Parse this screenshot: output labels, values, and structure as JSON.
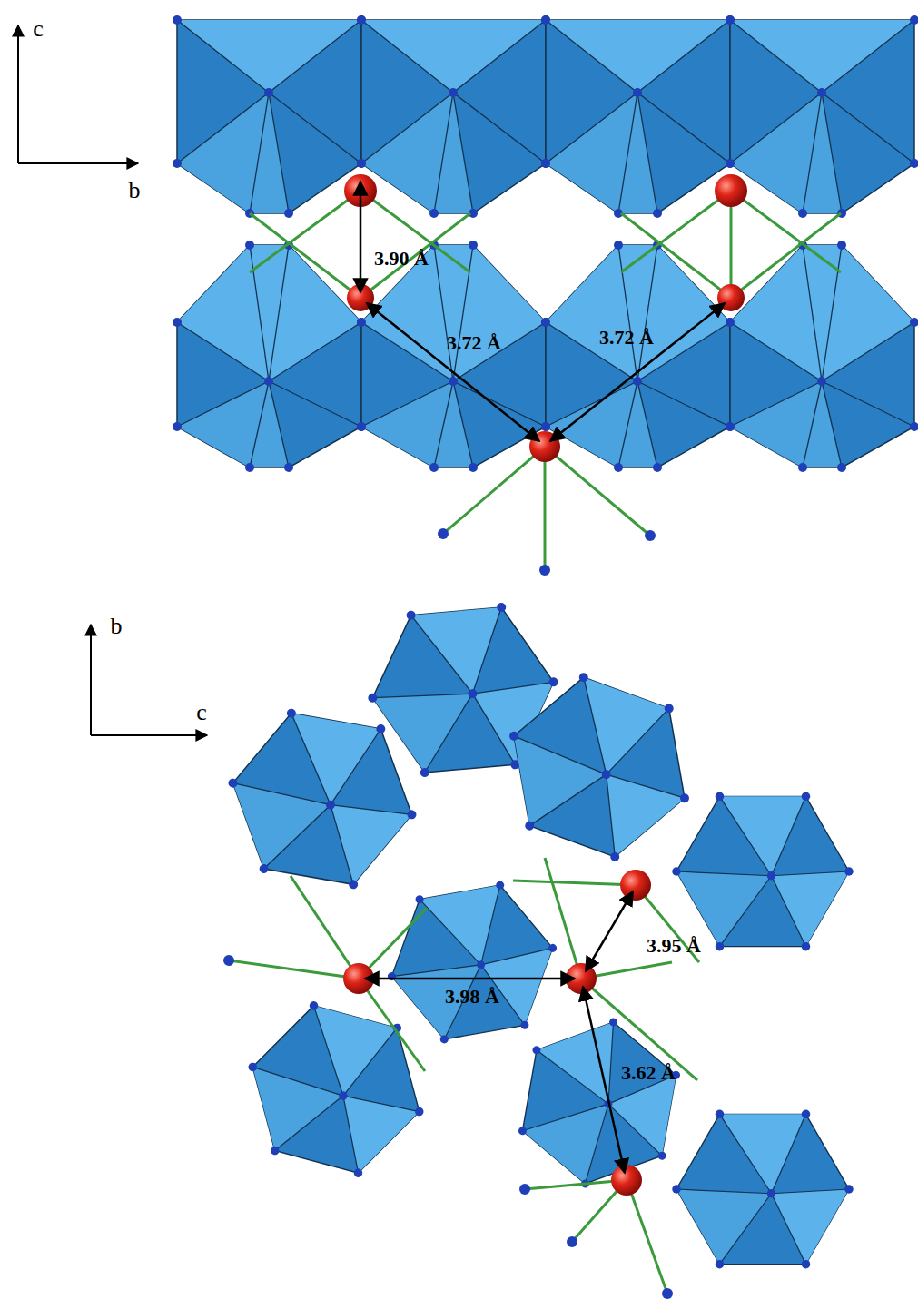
{
  "diagram": {
    "labels": [
      "c",
      "b",
      "3.90 Å",
      "3.72 Å",
      "3.72 Å",
      "b",
      "c",
      "3.98 Å",
      "3.95 Å",
      "3.62 Å"
    ]
  }
}
